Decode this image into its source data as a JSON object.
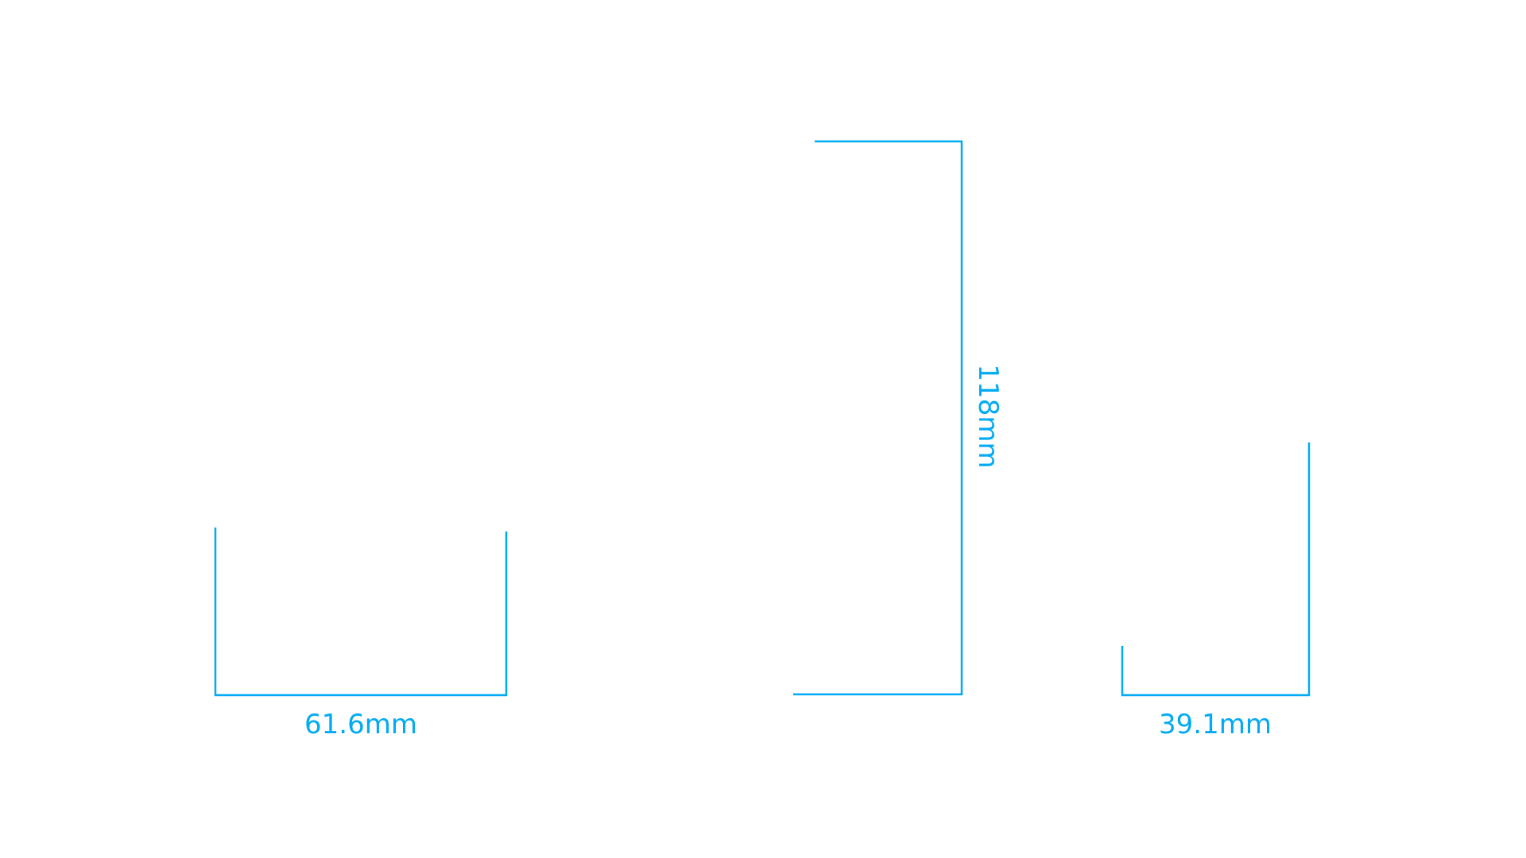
{
  "accent_color": "#00aaf5",
  "dimensions": {
    "width_label": "61.6mm",
    "height_label": "118mm",
    "depth_label": "39.1mm"
  }
}
